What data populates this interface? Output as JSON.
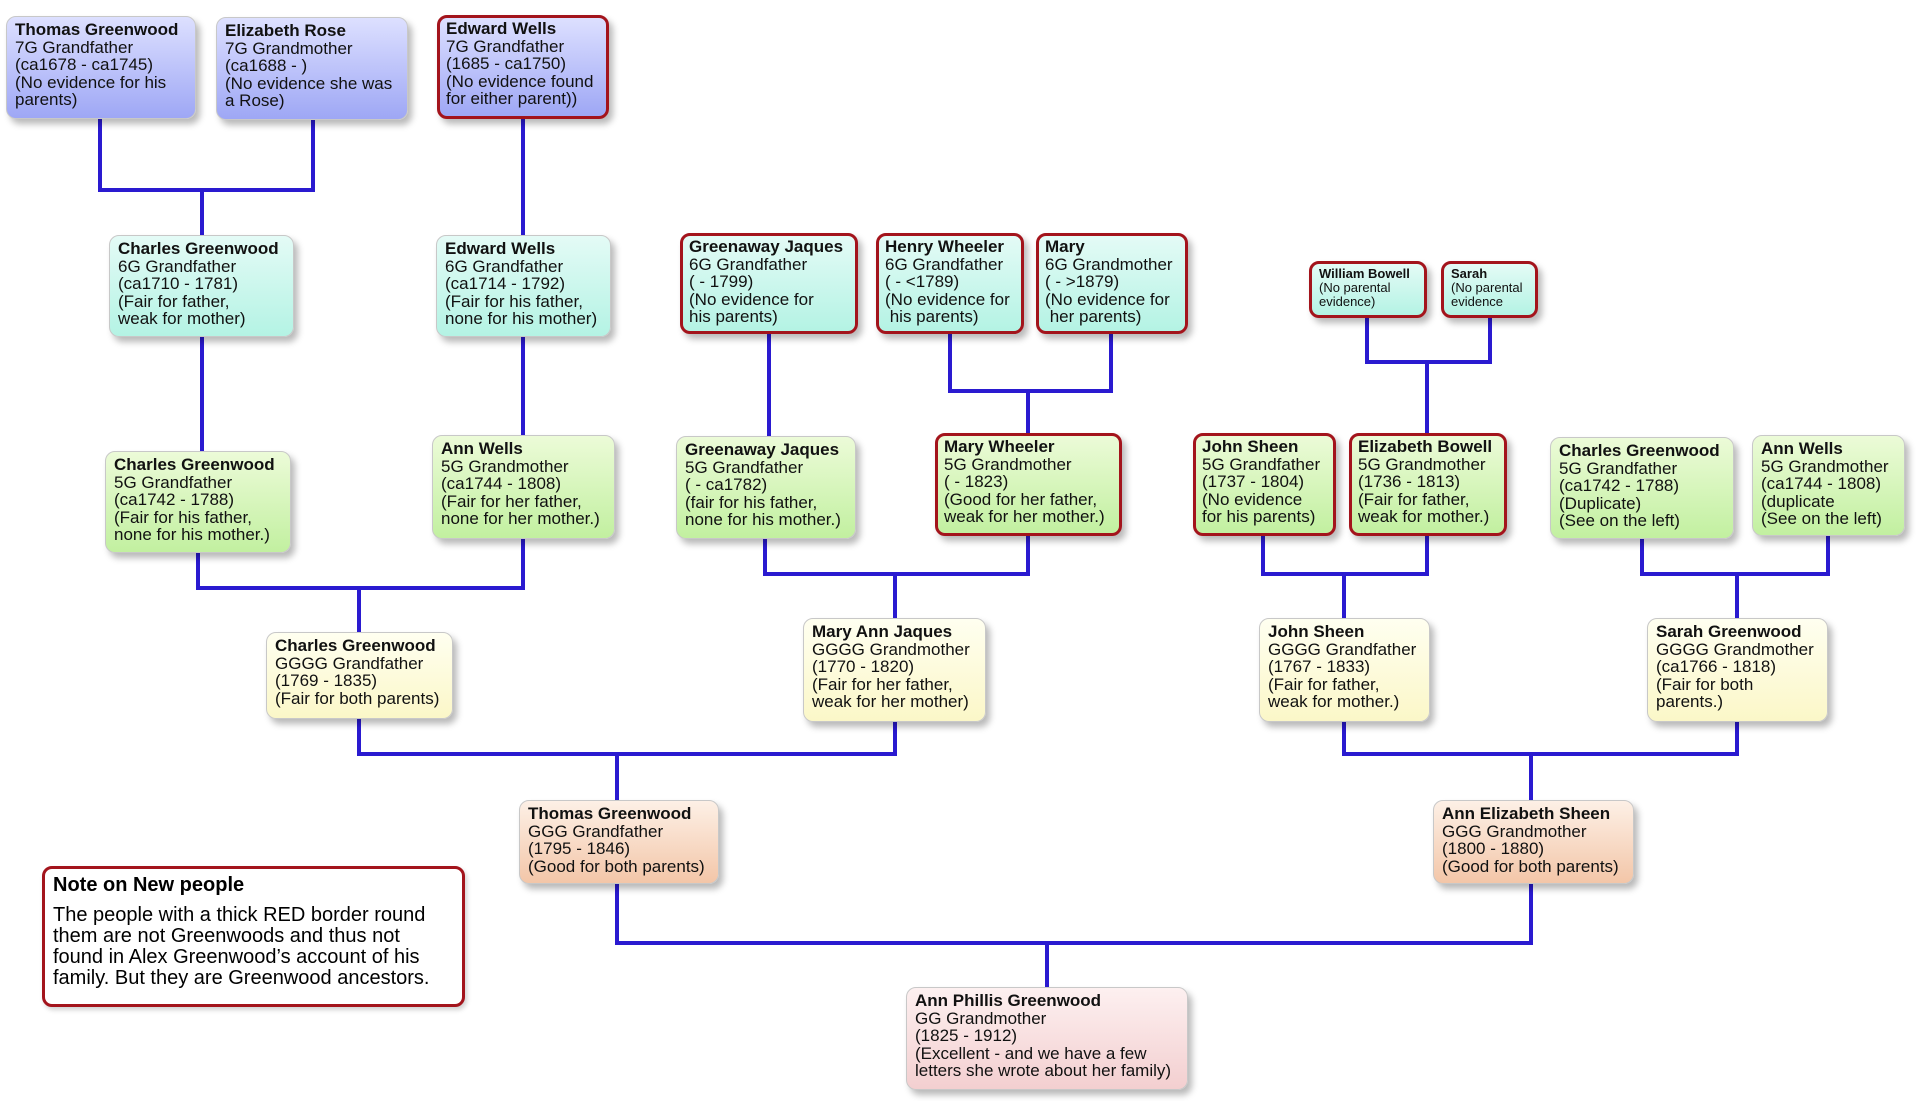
{
  "title": "Greenwood family ancestry chart",
  "line_color": "#2a1ad0",
  "highlight_border_color": "#a3141c",
  "people": {
    "thomas_7g": {
      "name": "Thomas Greenwood",
      "relation": "7G Grandfather",
      "dates": "(ca1678 - ca1745)",
      "notes": [
        "(No evidence for his",
        "parents)"
      ]
    },
    "elizabeth_rose_7g": {
      "name": "Elizabeth Rose",
      "relation": "7G Grandmother",
      "dates": "(ca1688 - )",
      "notes": [
        "(No evidence she was",
        "a Rose)"
      ]
    },
    "edward_wells_7g": {
      "name": "Edward Wells",
      "relation": "7G Grandfather",
      "dates": "(1685 - ca1750)",
      "notes": [
        "(No evidence found",
        "for either parent))"
      ]
    },
    "charles_6g": {
      "name": "Charles Greenwood",
      "relation": "6G Grandfather",
      "dates": "(ca1710 - 1781)",
      "notes": [
        "(Fair for father,",
        "weak for mother)"
      ]
    },
    "edward_wells_6g": {
      "name": "Edward Wells",
      "relation": "6G Grandfather",
      "dates": "(ca1714 - 1792)",
      "notes": [
        "(Fair for his father,",
        "none for his mother)"
      ]
    },
    "greenaway_6g": {
      "name": "Greenaway Jaques",
      "relation": "6G Grandfather",
      "dates": "( - 1799)",
      "notes": [
        "(No evidence for",
        "his parents)"
      ]
    },
    "henry_wheeler_6g": {
      "name": "Henry Wheeler",
      "relation": "6G Grandfather",
      "dates": "( - <1789)",
      "notes": [
        "(No evidence for",
        " his parents)"
      ]
    },
    "mary_6g": {
      "name": "Mary",
      "relation": "6G Grandmother",
      "dates": "( - >1879)",
      "notes": [
        "(No evidence for",
        " her parents)"
      ]
    },
    "william_bowell_6g": {
      "name": "William Bowell",
      "notes": [
        "(No parental",
        "evidence)"
      ]
    },
    "sarah_6g": {
      "name": "Sarah",
      "notes": [
        "(No parental",
        "evidence"
      ]
    },
    "charles_5g": {
      "name": "Charles Greenwood",
      "relation": "5G Grandfather",
      "dates": "(ca1742 - 1788)",
      "notes": [
        "(Fair for his father,",
        "none for his mother.)"
      ]
    },
    "ann_wells_5g": {
      "name": "Ann Wells",
      "relation": "5G Grandmother",
      "dates": "(ca1744 - 1808)",
      "notes": [
        "(Fair for her father,",
        "none for her mother.)"
      ]
    },
    "greenaway_5g": {
      "name": "Greenaway Jaques",
      "relation": "5G Grandfather",
      "dates": "( - ca1782)",
      "notes": [
        "(fair for his father,",
        "none for his mother.)"
      ]
    },
    "mary_wheeler_5g": {
      "name": "Mary Wheeler",
      "relation": "5G Grandmother",
      "dates": "( - 1823)",
      "notes": [
        "(Good for her father,",
        "weak for her mother.)"
      ]
    },
    "john_sheen_5g": {
      "name": "John Sheen",
      "relation": "5G Grandfather",
      "dates": "(1737 - 1804)",
      "notes": [
        "(No evidence",
        "for his parents)"
      ]
    },
    "elizabeth_bowell_5g": {
      "name": "Elizabeth Bowell",
      "relation": "5G Grandmother",
      "dates": "(1736 - 1813)",
      "notes": [
        "(Fair for father,",
        "weak for mother.)"
      ]
    },
    "charles_5g_dup": {
      "name": "Charles Greenwood",
      "relation": "5G Grandfather",
      "dates": "(ca1742 - 1788)",
      "notes": [
        "(Duplicate)",
        "(See on the left)"
      ]
    },
    "ann_wells_5g_dup": {
      "name": "Ann Wells",
      "relation": "5G Grandmother",
      "dates": "(ca1744 - 1808)",
      "notes": [
        "(duplicate",
        "(See on the left)"
      ]
    },
    "charles_4g": {
      "name": "Charles Greenwood",
      "relation": "GGGG Grandfather",
      "dates": "(1769 - 1835)",
      "notes": [
        "(Fair for both parents)"
      ]
    },
    "mary_ann_4g": {
      "name": "Mary Ann Jaques",
      "relation": "GGGG Grandmother",
      "dates": "(1770 - 1820)",
      "notes": [
        "(Fair for her father,",
        "weak for her mother)"
      ]
    },
    "john_sheen_4g": {
      "name": "John Sheen",
      "relation": "GGGG Grandfather",
      "dates": "(1767 - 1833)",
      "notes": [
        "(Fair for father,",
        "weak for mother.)"
      ]
    },
    "sarah_greenwood_4g": {
      "name": "Sarah Greenwood",
      "relation": "GGGG Grandmother",
      "dates": "(ca1766 - 1818)",
      "notes": [
        "(Fair for both",
        "parents.)"
      ]
    },
    "thomas_3g": {
      "name": "Thomas Greenwood",
      "relation": "GGG Grandfather",
      "dates": "(1795 - 1846)",
      "notes": [
        "(Good for both parents)"
      ]
    },
    "ann_elizabeth_3g": {
      "name": "Ann Elizabeth Sheen",
      "relation": "GGG Grandmother",
      "dates": "(1800 - 1880)",
      "notes": [
        "(Good for both parents)"
      ]
    },
    "ann_phillis_2g": {
      "name": "Ann Phillis Greenwood",
      "relation": "GG Grandmother",
      "dates": "(1825 - 1912)",
      "notes": [
        "(Excellent - and we have a few",
        "letters she wrote about her family)"
      ]
    }
  },
  "note": {
    "title": "Note on New people",
    "body": "The people with a thick RED border round them are not Greenwoods and thus not found in Alex Greenwood’s account of his family.  But they are Greenwood ancestors."
  }
}
